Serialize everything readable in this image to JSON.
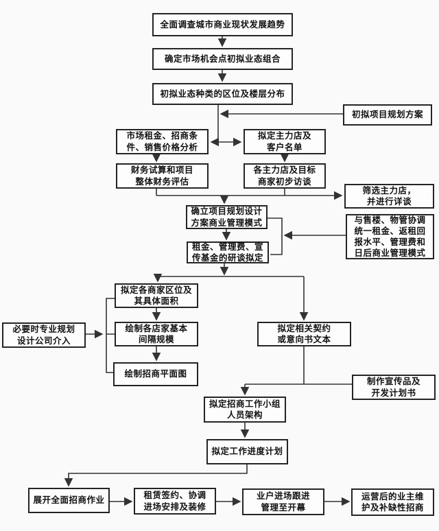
{
  "diagram_type": "flowchart",
  "language": "zh-CN",
  "colors": {
    "background": "#fafafa",
    "box_fill": "#fdfdfd",
    "box_border": "#242424",
    "text": "#111111",
    "line": "#333333"
  },
  "nodes": {
    "survey": {
      "label": "全面调查城市商业现状发展趋势"
    },
    "market_mix": {
      "label": "确定市场机会点初拟业态组合"
    },
    "format_zoning": {
      "label": "初拟业态种类的区位及楼层分布"
    },
    "draft_plan": {
      "label": "初拟项目规划方案"
    },
    "rent_analysis": {
      "label": "市场租金、招商条\n件、销售价格分析"
    },
    "anchor_list": {
      "label": "拟定主力店及\n客户名单"
    },
    "finance_eval": {
      "label": "财务试算和项目\n整体财务评估"
    },
    "anchor_interview": {
      "label": "各主力店及目标\n商家初步访谈"
    },
    "anchor_screen": {
      "label": "筛选主力店，\n并进行详谈"
    },
    "establish_mode": {
      "label": "确立项目规划设计\n方案商业管理模式"
    },
    "coordination": {
      "label": "与售楼、物管协调\n统一租金、返租回\n报水平、管理费和\n日后商业管理模式"
    },
    "fee_discussion": {
      "label": "租金、管理费、宣\n传基金的研谈拟定"
    },
    "merchant_zone": {
      "label": "拟定各商家区位及\n其具体面积"
    },
    "store_layout": {
      "label": "绘制各店家基本\n间隔规模"
    },
    "leasing_map": {
      "label": "绘制招商平面图"
    },
    "design_firm": {
      "label": "必要时专业规划\n设计公司介入"
    },
    "contract_draft": {
      "label": "拟定相关契约\n或意向书文本"
    },
    "promo_material": {
      "label": "制作宣传品及\n开发计划书"
    },
    "leasing_team": {
      "label": "拟定招商工作小组\n人员架构"
    },
    "work_schedule": {
      "label": "拟定工作进度计划"
    },
    "full_leasing": {
      "label": "展开全面招商作业"
    },
    "lease_signing": {
      "label": "租赁签约、协调\n进场安排及装修"
    },
    "tenant_entry": {
      "label": "业户进场跟进\n管理至开幕"
    },
    "post_operation": {
      "label": "运营后的业主维\n护及补缺性招商"
    }
  }
}
